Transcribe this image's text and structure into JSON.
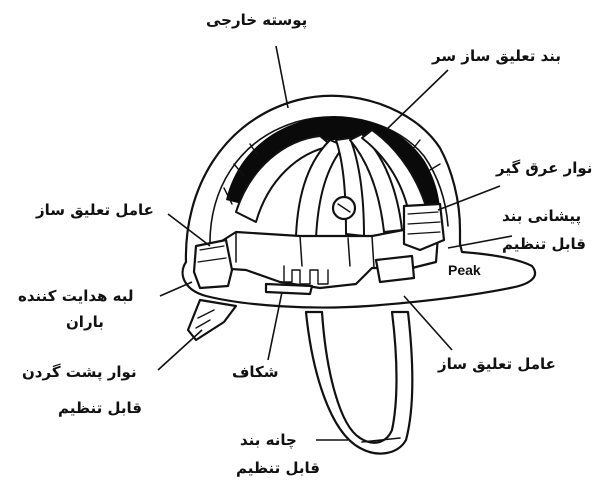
{
  "diagram": {
    "labels": {
      "outer_shell": "پوسته خارجی",
      "crown_strap": "بند تعلیق ساز سر",
      "sweatband": "نوار عرق گیر",
      "adjustable_forehead_band_line1": "پیشانی بند",
      "adjustable_forehead_band_line2": "قابل تنظیم",
      "peak": "Peak",
      "suspension_agent_left": "عامل تعلیق ساز",
      "rain_guide_rim_line1": "لبه هدایت کننده",
      "rain_guide_rim_line2": "باران",
      "adjustable_nape_strap_line1": "نوار پشت گردن",
      "adjustable_nape_strap_line2": "قابل تنظیم",
      "slot": "شکاف",
      "suspension_agent_right": "عامل تعلیق ساز",
      "adjustable_chin_strap_line1": "چانه بند",
      "adjustable_chin_strap_line2": "قابل تنظیم"
    },
    "colors": {
      "ink": "#111111",
      "fill_dark": "#0a0a0a",
      "paper": "#ffffff"
    }
  }
}
